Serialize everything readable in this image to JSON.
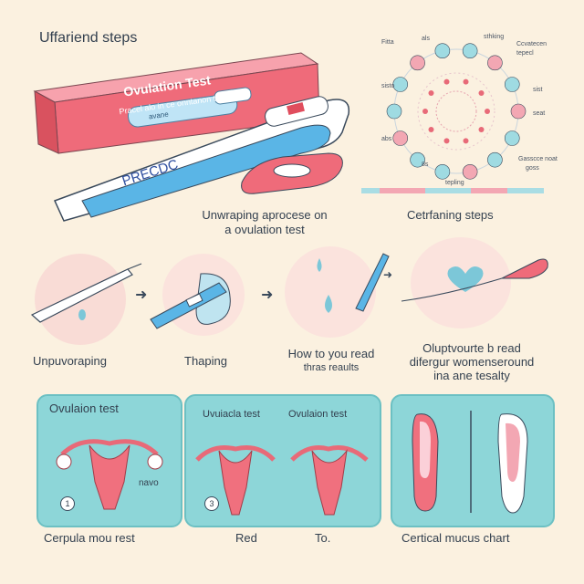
{
  "header": {
    "title": "Uffariend steps"
  },
  "test_box": {
    "title": "Ovulation Test",
    "subtitle": "Pracel alo in ce onntanon tumi",
    "window_label": "avane"
  },
  "test_stick": {
    "brand": "PRECDC"
  },
  "cycle_chart": {
    "labels": {
      "top_left": "Fitta",
      "top_mid": "als",
      "top_right": "sthking",
      "top_far_right_1": "Ccvatecen",
      "top_far_right_2": "tepecl",
      "left": "sisto",
      "right_1": "sist",
      "right_2": "seat",
      "bottom_right_1": "Gasscce noat",
      "bottom_right_2": "goss",
      "bottom_left_1": "abs",
      "bottom_left_2": "8s",
      "bottom_mid": "tepling"
    },
    "caption": "Cetrfaning steps"
  },
  "top_caption": {
    "line1": "Unwraping aprocese on",
    "line2": "a ovulation test"
  },
  "steps": [
    {
      "label": "Unpuvoraping"
    },
    {
      "label": "Thaping"
    },
    {
      "label_line1": "How to you read",
      "label_line2": "thras reaults"
    },
    {
      "label_line1": "Oluptvourte b read",
      "label_line2": "difergur womenseround",
      "label_line3": "ina ane tesalty"
    }
  ],
  "panels": [
    {
      "title": "Ovulaion test",
      "side_note": "navo",
      "marker": "1",
      "caption": "Cerpula mou rest"
    },
    {
      "title_left": "Uvuiacla test",
      "title_right": "Ovulaion test",
      "marker": "3",
      "caption_left": "Red",
      "caption_right": "To."
    },
    {
      "caption": "Certical mucus  chart"
    }
  ],
  "colors": {
    "background": "#fbf1e0",
    "accent_pink": "#ef6b7a",
    "accent_blue": "#5ab5e6",
    "panel_teal": "#8dd6d8"
  }
}
